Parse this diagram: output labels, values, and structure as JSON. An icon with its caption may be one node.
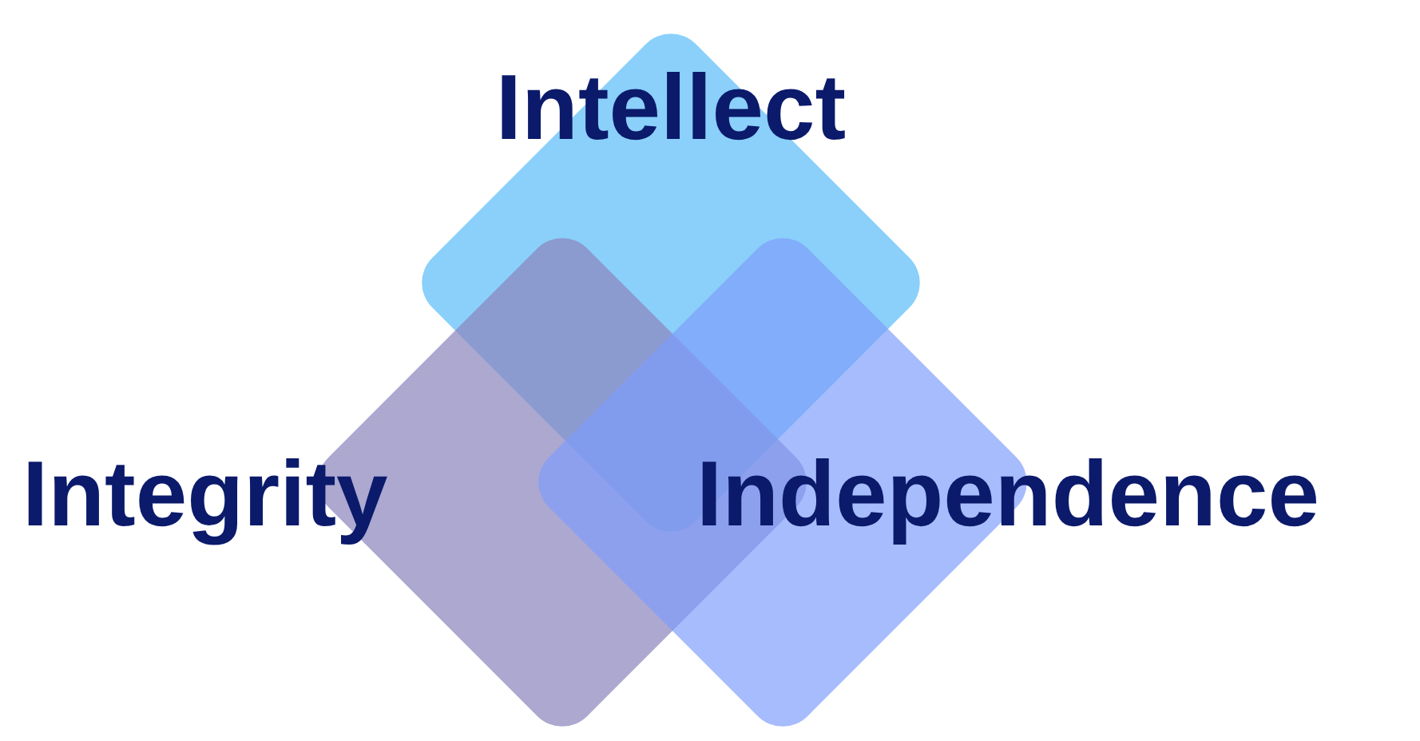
{
  "diagram": {
    "nodes": [
      {
        "text": [
          "Intellect"
        ]
      },
      {
        "text": [
          "Integrity"
        ]
      },
      {
        "text": [
          "Independence"
        ]
      }
    ]
  }
}
